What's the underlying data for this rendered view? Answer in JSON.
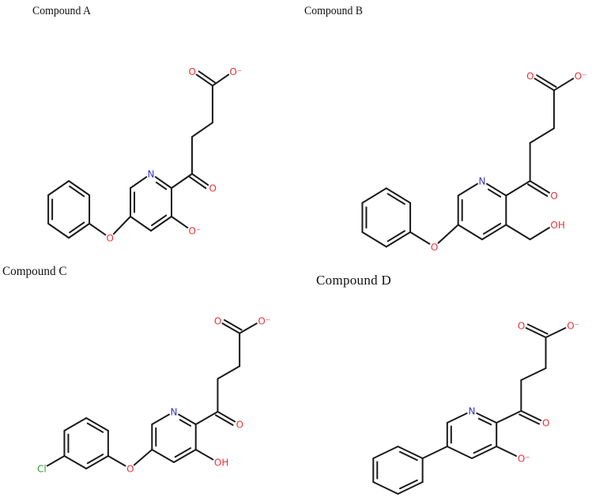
{
  "colors": {
    "bond": "#1a1a1a",
    "oxygen": "#e8323a",
    "nitrogen": "#3535c8",
    "chlorine": "#2e9e2e"
  },
  "compounds": {
    "A": {
      "title": "Compound A",
      "labels": {
        "ring_n": "N",
        "ketone_o": "O",
        "carboxyl_o": "O",
        "carboxylate_o": "O⁻",
        "c3_substituent": "O⁻",
        "ether_o": "O"
      }
    },
    "B": {
      "title": "Compound B",
      "labels": {
        "ring_n": "N",
        "ketone_o": "O",
        "carboxyl_o": "O",
        "carboxylate_o": "O⁻",
        "c3_substituent": "OH",
        "ether_o": "O"
      }
    },
    "C": {
      "title": "Compound C",
      "labels": {
        "ring_n": "N",
        "ketone_o": "O",
        "carboxyl_o": "O",
        "carboxylate_o": "O⁻",
        "c3_substituent": "OH",
        "ether_o": "O",
        "halogen": "Cl"
      }
    },
    "D": {
      "title": "Compound D",
      "labels": {
        "ring_n": "N",
        "ketone_o": "O",
        "carboxyl_o": "O",
        "carboxylate_o": "O⁻",
        "c3_substituent": "O⁻"
      }
    }
  }
}
